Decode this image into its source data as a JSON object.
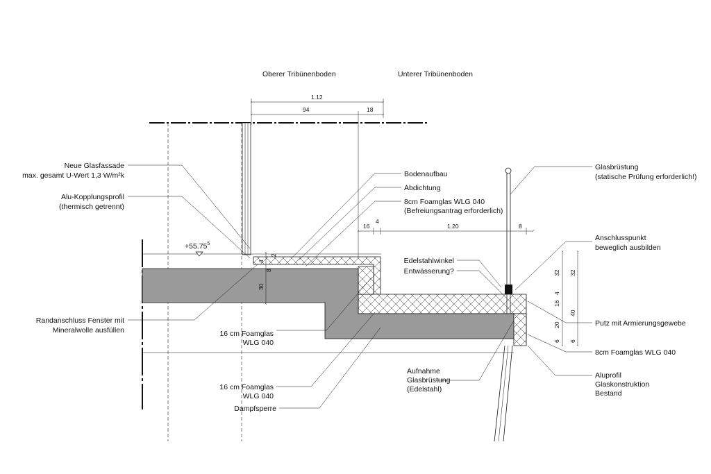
{
  "headers": {
    "upper": "Oberer Tribünenboden",
    "lower": "Unterer Tribünenboden"
  },
  "dimensions": {
    "top_total": "1.12",
    "top_a": "94",
    "top_b": "18",
    "mid_a": "16",
    "mid_b": "4",
    "mid_c": "1.20",
    "mid_d": "8",
    "left_a": "4",
    "left_b": "2",
    "left_c": "8",
    "left_d": "30",
    "right1_a": "32",
    "right1_b": "4",
    "right1_c": "16",
    "right1_d": "20",
    "right1_e": "6",
    "right2_a": "32",
    "right2_b": "40",
    "right2_c": "6"
  },
  "level": {
    "value": "+55.75",
    "sup": "5"
  },
  "labels": {
    "glasfassade_1": "Neue Glasfassade",
    "glasfassade_2": "max. gesamt U-Wert 1,3 W/m²k",
    "alu_1": "Alu-Kopplungsprofil",
    "alu_2": "(thermisch getrennt)",
    "rand_1": "Randanschluss Fenster mit",
    "rand_2": "Mineralwolle ausfüllen",
    "foam16a_1": "16 cm Foamglas",
    "foam16a_2": "WLG 040",
    "foam16b_1": "16 cm Foamglas",
    "foam16b_2": "WLG 040",
    "dampf": "Dampfsperre",
    "boden": "Bodenaufbau",
    "abdicht": "Abdichtung",
    "foam8_1": "8cm Foamglas WLG 040",
    "foam8_2": "(Befreiungsantrag erforderlich)",
    "edelstahl": "Edelstahlwinkel",
    "entw": "Entwässerung?",
    "aufnahme_1": "Aufnahme",
    "aufnahme_2": "Glasbrüstung",
    "aufnahme_3": "(Edelstahl)",
    "glasbr_1": "Glasbrüstung",
    "glasbr_2": "(statische Prüfung erforderlich!)",
    "ansch_1": "Anschlusspunkt",
    "ansch_2": "beweglich ausbilden",
    "putz": "Putz mit Armierungsgewebe",
    "foam8r": "8cm Foamglas WLG 040",
    "aluprofil_1": "Aluprofil",
    "aluprofil_2": "Glaskonstruktion",
    "aluprofil_3": "Bestand"
  }
}
